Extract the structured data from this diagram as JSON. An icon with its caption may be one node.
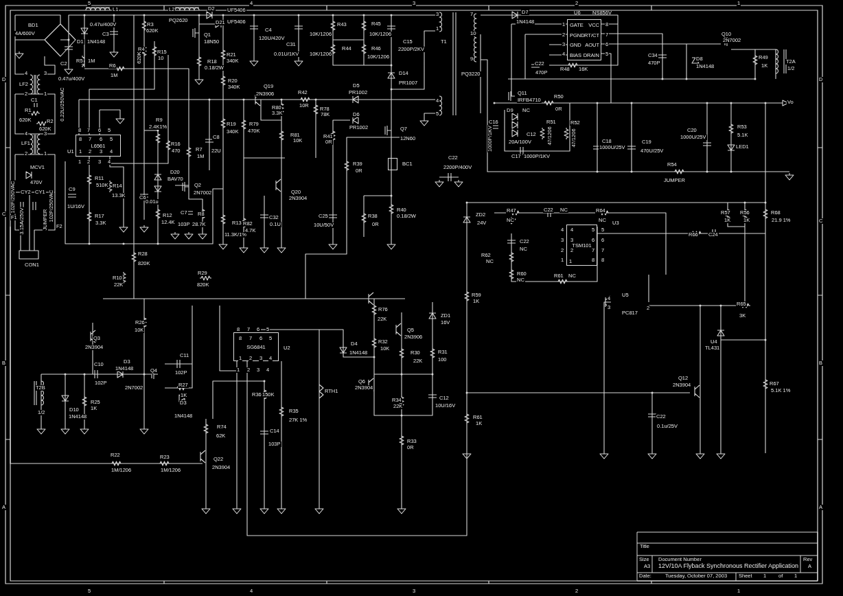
{
  "diagram": {
    "nodes": [
      {
        "text": [
          "L6561"
        ],
        "beside": [
          "U1"
        ]
      },
      {
        "text": [
          "SG6841"
        ],
        "beside": [
          "U2"
        ]
      },
      {
        "text": [
          "TSM101"
        ],
        "beside": [
          "U3"
        ]
      },
      {
        "text": [
          "GATE",
          "VCC",
          "PGND",
          "RT/CT",
          "GND",
          "AOUT",
          "BIAS",
          "DRAIN"
        ],
        "beside": [
          "U6",
          "NS856V"
        ]
      },
      {
        "text": [],
        "shape": "box",
        "beside": [
          "BC1"
        ]
      }
    ],
    "labels": [
      "5",
      "4",
      "3",
      "2",
      "1",
      "5",
      "4",
      "3",
      "2",
      "1",
      "D",
      "C",
      "B",
      "A",
      "D",
      "C",
      "B",
      "A",
      "BD1",
      "4A/600V",
      "L1",
      "0.47u/400V",
      "C3",
      "D1",
      "1N4148",
      "C2",
      "R5",
      "1M",
      "R6",
      "1M",
      "0.47u/400V",
      "4",
      "3",
      "LF2",
      "2",
      "1",
      "C1",
      "R1",
      "620K",
      "R2",
      "620K",
      "0.22U/250VAC",
      "4",
      "3",
      "LF1",
      "2",
      "1",
      "MCV1",
      "470V",
      "CY2",
      "CY1",
      "102P/250VAC",
      "102P/250VAC",
      "F1",
      "3.15A/250V",
      "JUMPER",
      "F2",
      "CON1",
      "R3",
      "620K",
      "R4",
      "620K",
      "R15",
      "10",
      "8",
      "7",
      "6",
      "5",
      "8",
      "7",
      "6",
      "5",
      "1",
      "2",
      "3",
      "4",
      "1",
      "2",
      "3",
      "4",
      "R9",
      "2.4K1%",
      "R16",
      "470",
      "R7",
      "1M",
      "C8",
      "22U",
      "D20",
      "BAV70",
      "Q2",
      "2N7002",
      "R11",
      "510K",
      "R14",
      "13.3K",
      "C9",
      "1U/16V",
      "C6",
      "0.01u",
      "R12",
      "12.4K",
      "C7",
      "103P",
      "R8",
      "28.7K",
      "R17",
      "3.3K",
      "L2",
      "PQ2620",
      "D2",
      "D21",
      "UF5406",
      "UF5406",
      "Q1",
      "18N50",
      "R18",
      "0.18/2W",
      "R21",
      "340K",
      "R20",
      "340K",
      "R19",
      "340K",
      "R13",
      "11.3K/1%",
      "C4",
      "120U/420V",
      "C31",
      "0.01U/1KV",
      "R43",
      "10K/1206",
      "R44",
      "10K/1206",
      "R45",
      "10K/1206",
      "R46",
      "10K/1206",
      "C15",
      "2200P/2KV",
      "D14",
      "PR1007",
      "3",
      "1",
      "T1",
      "4",
      "5",
      "7",
      "10",
      "9",
      "PQ3220",
      "Q19",
      "2N3906",
      "R80",
      "3.3K",
      "R42",
      "10R",
      "D5",
      "PR1002",
      "R78",
      "78K",
      "D6",
      "PR1002",
      "R79",
      "470K",
      "R81",
      "10K",
      "R41",
      "0R",
      "Q7",
      "12N60",
      "R39",
      "0R",
      "C22",
      "2200P/400V",
      "Q20",
      "2N3904",
      "C25",
      "10U/50V",
      "R38",
      "0R",
      "R40",
      "0.18/2W",
      "R82",
      "4.7K",
      "C32",
      "0.1U",
      "D7",
      "1N4148",
      "1",
      "2",
      "3",
      "4",
      "8",
      "7",
      "6",
      "5",
      "C22",
      "470P",
      "R48",
      "16K",
      "C34",
      "470P",
      "D8",
      "1N4148",
      "Q10",
      "2N7002",
      "R49",
      "1K",
      "T2A",
      "1/2",
      "Q11",
      "IRFB4710",
      "R50",
      "0R",
      "D9",
      "NC",
      "C16",
      "1000P/1KV",
      "C12",
      "20A/100V",
      "C17",
      "1000P/1KV",
      "R51",
      "47/1206",
      "R52",
      "47/1206",
      "Vo",
      "C18",
      "1000U/25V",
      "C19",
      "470U/25V",
      "C20",
      "1000U/25V",
      "R53",
      "5.1K",
      "LED1",
      "R54",
      "JUMPER",
      "ZD2",
      "24V",
      "R47",
      "NC",
      "C22",
      "NC",
      "R64",
      "NC",
      "R62",
      "NC",
      "C22",
      "NC",
      "4",
      "3",
      "2",
      "1",
      "4",
      "3",
      "2",
      "1",
      "5",
      "6",
      "7",
      "8",
      "5",
      "6",
      "7",
      "8",
      "R60",
      "NC",
      "R61",
      "NC",
      "R57",
      "1K",
      "R56",
      "1K",
      "R68",
      "21.9 1%",
      "R66",
      "C24",
      "U5",
      "4",
      "3",
      "2",
      "PC817",
      "R65",
      "3K",
      "U4",
      "TL431",
      "Q12",
      "2N3904",
      "C22",
      "0.1u/25V",
      "R67",
      "5.1K 1%",
      "R28",
      "820K",
      "R10",
      "22K",
      "R29",
      "820K",
      "R26",
      "10K",
      "Q3",
      "2N3904",
      "C10",
      "D3",
      "1N4148",
      "Q4",
      "C11",
      "102P",
      "T2B",
      "102P",
      "2N7002",
      "R27",
      "1K",
      "R25",
      "D3",
      "1/2",
      "D10",
      "1K",
      "1N4148",
      "1N4148",
      "R74",
      "62K",
      "R22",
      "R23",
      "Q22",
      "2N3904",
      "1M/1206",
      "1M/1206",
      "8",
      "7",
      "6",
      "5",
      "8",
      "7",
      "6",
      "5",
      "1",
      "2",
      "3",
      "4",
      "1",
      "2",
      "3",
      "4",
      "R36",
      "150K",
      "R35",
      "27K 1%",
      "C14",
      "103P",
      "RTH1",
      "D4",
      "1N4148",
      "R76",
      "22K",
      "Q5",
      "2N3906",
      "R32",
      "10K",
      "R30",
      "22K",
      "R31",
      "100",
      "ZD1",
      "16V",
      "Q6",
      "2N3904",
      "R34",
      "22K",
      "C12",
      "10U/16V",
      "R33",
      "0R",
      "R59",
      "1K",
      "R61",
      "1K",
      "Title",
      "Size",
      "A3",
      "Document Number",
      "12V/10A Flyback Synchronous Rectifier Application",
      "Rev",
      "A",
      "Date:",
      "Tuesday, October 07, 2003",
      "Sheet",
      "1",
      "of",
      "1"
    ]
  }
}
